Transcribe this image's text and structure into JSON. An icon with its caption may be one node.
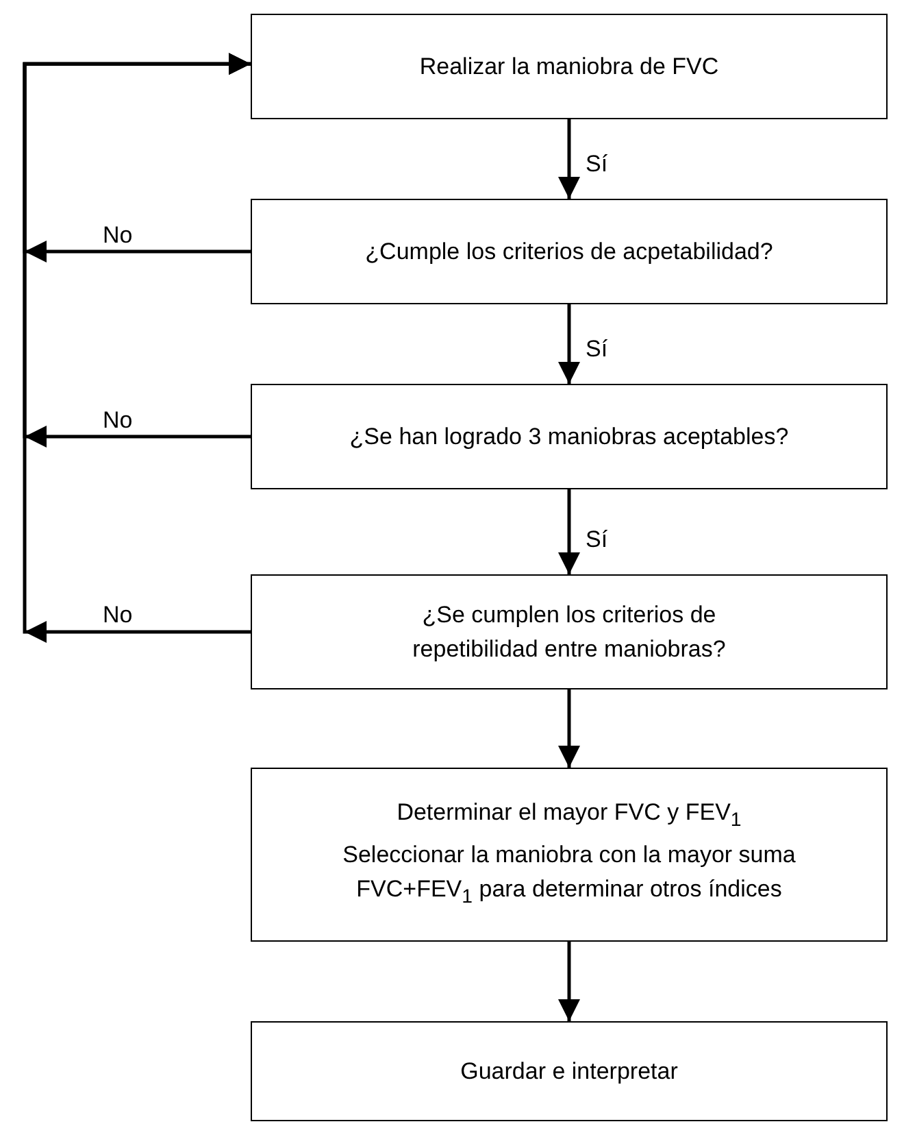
{
  "diagram": {
    "nodes": [
      {
        "text": [
          "Realizar la maniobra de FVC"
        ]
      },
      {
        "text": [
          "¿Cumple los criterios de acpetabilidad?"
        ]
      },
      {
        "text": [
          "¿Se han logrado 3 maniobras aceptables?"
        ]
      },
      {
        "text": [
          "¿Se cumplen los criterios de repetibilidad entre maniobras?"
        ]
      },
      {
        "text": [
          "Determinar el mayor FVC y FEV$_{1}$",
          "Seleccionar la maniobra con la mayor suma FVC+FEV$_{1}$ para determinar otros índices"
        ]
      },
      {
        "text": [
          "Guardar e interpretar"
        ]
      }
    ],
    "edges": [
      {
        "from": 0,
        "to": 1,
        "arrow": "to",
        "label": "Sí"
      },
      {
        "from": 1,
        "to": 2,
        "arrow": "to",
        "label": "Sí"
      },
      {
        "from": 2,
        "to": 3,
        "arrow": "to",
        "label": "Sí"
      },
      {
        "from": 3,
        "to": 4,
        "arrow": "to"
      },
      {
        "from": 4,
        "to": 5,
        "arrow": "to"
      },
      {
        "from": 1,
        "to": 0,
        "arrow": "to",
        "label": "No"
      },
      {
        "from": 2,
        "to": 0,
        "arrow": "to",
        "label": "No"
      },
      {
        "from": 3,
        "to": 0,
        "arrow": "to",
        "label": "No"
      }
    ]
  }
}
